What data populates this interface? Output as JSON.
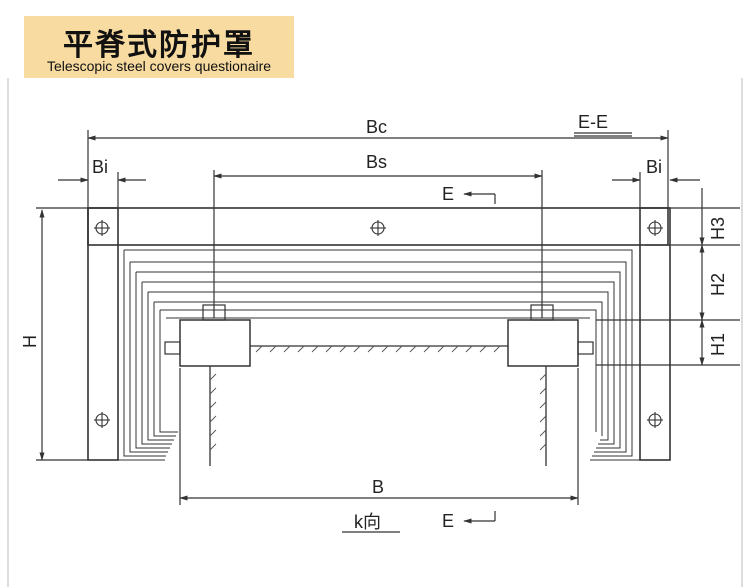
{
  "header": {
    "title_cn": "平脊式防护罩",
    "title_en": "Telescopic steel covers questionaire"
  },
  "labels": {
    "bc": "Bc",
    "bs": "Bs",
    "bi": "Bi",
    "h": "H",
    "h1": "H1",
    "h2": "H2",
    "h3": "H3",
    "b": "B",
    "section": "E-E",
    "e": "E",
    "k": "k向"
  },
  "colors": {
    "badge": "#f7dba0",
    "line": "#333333"
  }
}
